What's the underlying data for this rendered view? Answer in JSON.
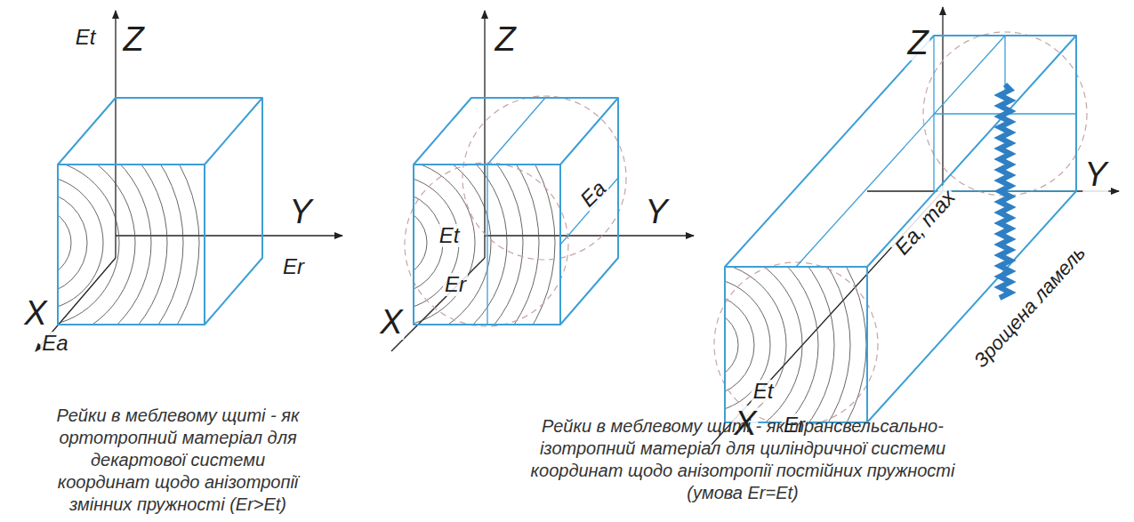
{
  "diagram": {
    "labels": [
      "Et",
      "Z",
      "Y",
      "Er",
      "X",
      "Ea",
      "Z",
      "Ea",
      "Y",
      "Et",
      "Er",
      "X",
      "Z",
      "Ea, max",
      "Y",
      "Et",
      "Er",
      "X",
      "Зрощена ламель",
      "Рейки в меблевому щиті - як ортотропний матеріал для декартової системи координат щодо анізотропії змінних пружності (Er>Et)",
      "Рейки в меблевому щиті - як трансвельсально-ізотропний матеріал для циліндричної системи координат щодо анізотропії постійних пружності (умова Er=Et)"
    ]
  }
}
